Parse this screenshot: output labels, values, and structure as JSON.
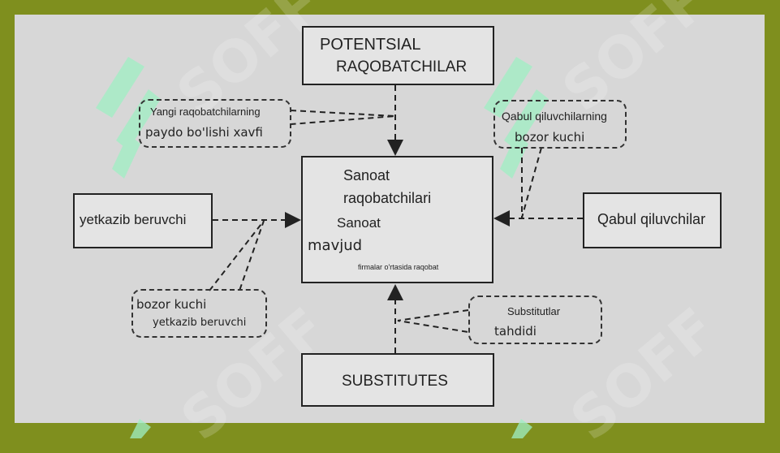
{
  "diagram": {
    "top_box": {
      "line1": "POTENTSIAL",
      "line2": "RAQOBATCHILAR"
    },
    "center_box": {
      "line1": "Sanoat",
      "line2": "raqobatchilari",
      "line3": "Sanoat",
      "line4": "mavjud",
      "line5": "firmalar o'rtasida raqobat"
    },
    "left_box": {
      "label": "yetkazib beruvchi"
    },
    "right_box": {
      "label": "Qabul qiluvchilar"
    },
    "bottom_box": {
      "label": "SUBSTITUTES"
    },
    "callout_top_left": {
      "line1": "Yangi raqobatchilarning",
      "line2": "paydo bo'lishi xavfi"
    },
    "callout_top_right": {
      "line1": "Qabul qiluvchilarning",
      "line2": "bozor kuchi"
    },
    "callout_bottom_left": {
      "line1": "bozor kuchi",
      "line2": "yetkazib beruvchi"
    },
    "callout_bottom_right": {
      "line1": "Substitutlar",
      "line2": "tahdidi"
    }
  },
  "watermark": {
    "text": "SOFF"
  },
  "colors": {
    "frame": "#7f8f1e",
    "panel": "#d7d7d7",
    "logo": "#9ff0c4"
  }
}
